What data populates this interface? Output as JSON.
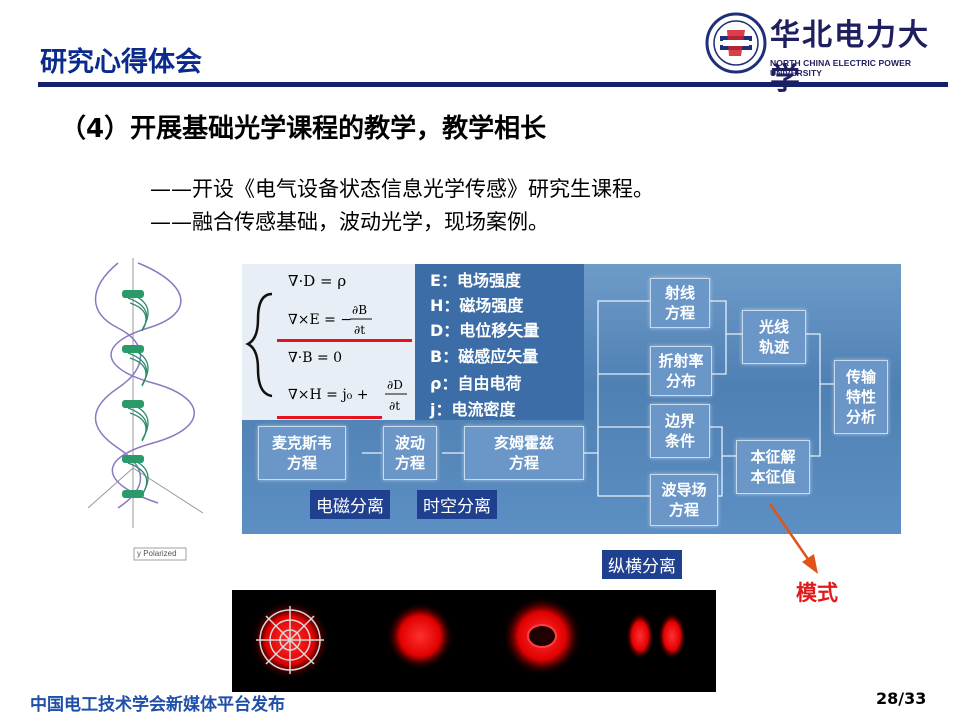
{
  "header": {
    "title": "研究心得体会",
    "logo_cn": "华北电力大学",
    "logo_en": "NORTH CHINA ELECTRIC POWER UNIVERSITY"
  },
  "heading": "（4）开展基础光学课程的教学，教学相长",
  "bullets": [
    "——开设《电气设备状态信息光学传感》研究生课程。",
    "——融合传感基础，波动光学，现场案例。"
  ],
  "diagram": {
    "symbols": [
      {
        "sym": "E",
        "label": "：电场强度"
      },
      {
        "sym": "H",
        "label": "：磁场强度"
      },
      {
        "sym": "D",
        "label": "：电位移矢量"
      },
      {
        "sym": "B",
        "label": "：磁感应矢量"
      },
      {
        "sym": "ρ",
        "label": "：自由电荷"
      },
      {
        "sym": "j",
        "label": "：电流密度"
      }
    ],
    "nodes": {
      "maxwell": "麦克斯韦 方程",
      "wave": "波动 方程",
      "helmholtz": "亥姆霍兹 方程",
      "ray": "射线 方程",
      "refraction": "折射率 分布",
      "boundary": "边界 条件",
      "waveguide": "波导场 方程",
      "trajectory": "光线 轨迹",
      "eigen": "本征解 本征值",
      "transmission": "传输 特性 分析"
    },
    "tags": {
      "em": "电磁分离",
      "spacetime": "时空分离",
      "longitudinal": "纵横分离"
    },
    "mode_label": "模式",
    "polarized_label": "y  Polarized"
  },
  "footer": {
    "publisher": "中国电工技术学会新媒体平台发布",
    "page": "28/33"
  },
  "colors": {
    "title": "#0a2b8c",
    "rule": "#15206b",
    "accent_red": "#e01a1a",
    "footer": "#1f4fa8"
  }
}
